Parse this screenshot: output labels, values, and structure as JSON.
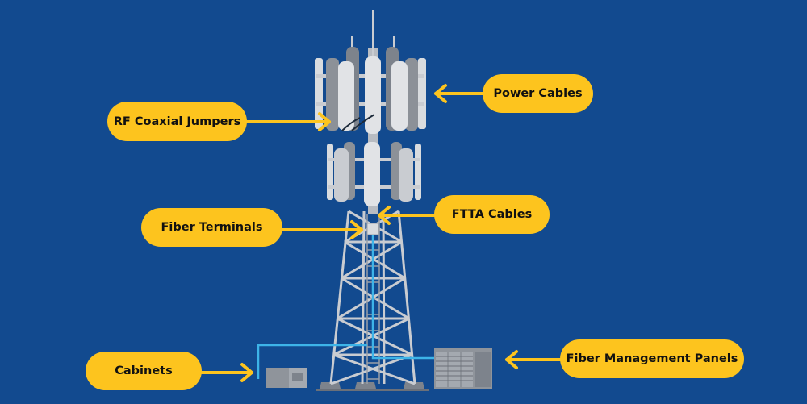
{
  "labels": {
    "rf_coaxial_jumpers": "RF Coaxial Jumpers",
    "power_cables": "Power Cables",
    "fiber_terminals": "Fiber Terminals",
    "ftta_cables": "FTTA Cables",
    "cabinets": "Cabinets",
    "fiber_management_panels": "Fiber Management Panels"
  },
  "colors": {
    "background": "#124a8f",
    "label_fill": "#fdc41e",
    "arrow": "#fdc41e",
    "fiber_line": "#3db4e8",
    "tower_steel": "#c9ccd1",
    "antenna": "#d9dcdf"
  }
}
